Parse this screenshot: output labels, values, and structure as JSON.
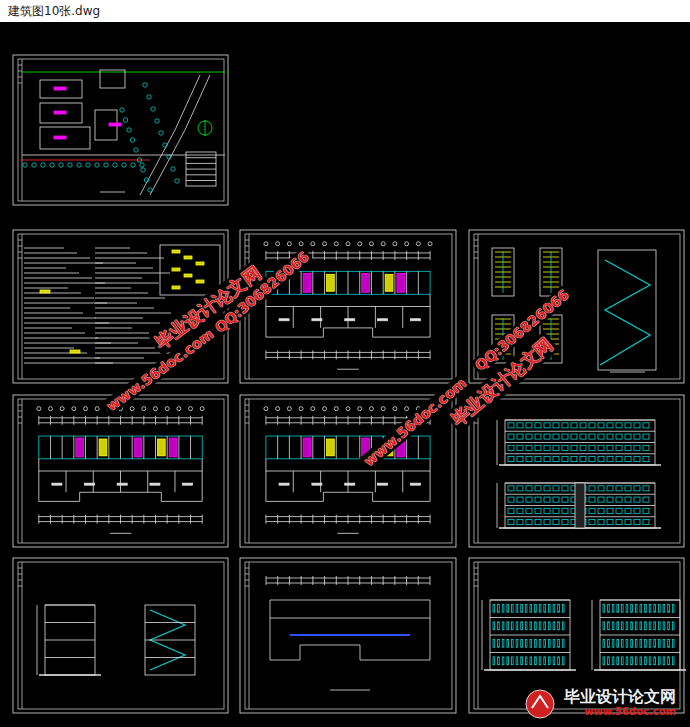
{
  "diagram": {
    "title": "建筑图10张.dwg",
    "nodes": [
      {
        "text": [
          "毕业设计论文网",
          "www.56doc.com"
        ]
      }
    ],
    "labels": [
      "毕业设计论文网",
      "www.56doc.com",
      "QQ:306826066",
      "毕业设计论文网",
      "www.56doc.com",
      "QQ:306826066"
    ]
  }
}
